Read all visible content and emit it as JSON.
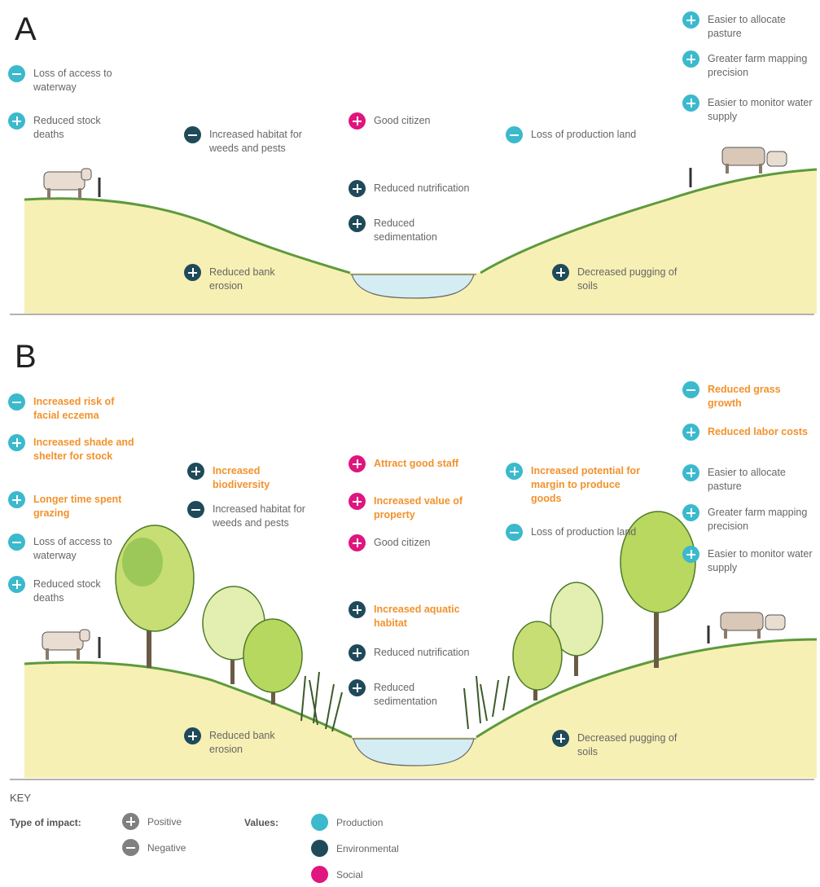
{
  "panels": {
    "a": {
      "letter": "A",
      "items": [
        {
          "text": "Loss of access to waterway",
          "sign": "neg",
          "value": "prod",
          "hi": false
        },
        {
          "text": "Reduced stock deaths",
          "sign": "pos",
          "value": "prod",
          "hi": false
        },
        {
          "text": "Increased habitat for weeds and pests",
          "sign": "neg",
          "value": "env",
          "hi": false
        },
        {
          "text": "Good citizen",
          "sign": "pos",
          "value": "soc",
          "hi": false
        },
        {
          "text": "Reduced nutrification",
          "sign": "pos",
          "value": "env",
          "hi": false
        },
        {
          "text": "Reduced sedimentation",
          "sign": "pos",
          "value": "env",
          "hi": false
        },
        {
          "text": "Loss of production land",
          "sign": "neg",
          "value": "prod",
          "hi": false
        },
        {
          "text": "Easier to allocate pasture",
          "sign": "pos",
          "value": "prod",
          "hi": false
        },
        {
          "text": "Greater farm mapping precision",
          "sign": "pos",
          "value": "prod",
          "hi": false
        },
        {
          "text": "Easier to monitor water supply",
          "sign": "pos",
          "value": "prod",
          "hi": false
        },
        {
          "text": "Reduced bank erosion",
          "sign": "pos",
          "value": "env",
          "hi": false
        },
        {
          "text": "Decreased pugging of soils",
          "sign": "pos",
          "value": "env",
          "hi": false
        }
      ]
    },
    "b": {
      "letter": "B",
      "items": [
        {
          "text": "Increased risk of facial eczema",
          "sign": "neg",
          "value": "prod",
          "hi": true
        },
        {
          "text": "Increased shade and shelter for stock",
          "sign": "pos",
          "value": "prod",
          "hi": true
        },
        {
          "text": "Longer time spent grazing",
          "sign": "pos",
          "value": "prod",
          "hi": true
        },
        {
          "text": "Loss of access to waterway",
          "sign": "neg",
          "value": "prod",
          "hi": false
        },
        {
          "text": "Reduced stock deaths",
          "sign": "pos",
          "value": "prod",
          "hi": false
        },
        {
          "text": "Increased biodiversity",
          "sign": "pos",
          "value": "env",
          "hi": true
        },
        {
          "text": "Increased habitat for weeds and pests",
          "sign": "neg",
          "value": "env",
          "hi": false
        },
        {
          "text": "Attract good staff",
          "sign": "pos",
          "value": "soc",
          "hi": true
        },
        {
          "text": "Increased value of property",
          "sign": "pos",
          "value": "soc",
          "hi": true
        },
        {
          "text": "Good citizen",
          "sign": "pos",
          "value": "soc",
          "hi": false
        },
        {
          "text": "Increased aquatic habitat",
          "sign": "pos",
          "value": "env",
          "hi": true
        },
        {
          "text": "Reduced nutrification",
          "sign": "pos",
          "value": "env",
          "hi": false
        },
        {
          "text": "Reduced sedimentation",
          "sign": "pos",
          "value": "env",
          "hi": false
        },
        {
          "text": "Increased potential for margin to produce goods",
          "sign": "pos",
          "value": "prod",
          "hi": true
        },
        {
          "text": "Loss of production land",
          "sign": "neg",
          "value": "prod",
          "hi": false
        },
        {
          "text": "Reduced grass growth",
          "sign": "neg",
          "value": "prod",
          "hi": true
        },
        {
          "text": "Reduced labor costs",
          "sign": "pos",
          "value": "prod",
          "hi": true
        },
        {
          "text": "Easier to allocate pasture",
          "sign": "pos",
          "value": "prod",
          "hi": false
        },
        {
          "text": "Greater farm mapping precision",
          "sign": "pos",
          "value": "prod",
          "hi": false
        },
        {
          "text": "Easier to monitor water supply",
          "sign": "pos",
          "value": "prod",
          "hi": false
        },
        {
          "text": "Reduced bank erosion",
          "sign": "pos",
          "value": "env",
          "hi": false
        },
        {
          "text": "Decreased pugging of soils",
          "sign": "pos",
          "value": "env",
          "hi": false
        }
      ]
    }
  },
  "key": {
    "title": "KEY",
    "impact_label": "Type of impact:",
    "positive": "Positive",
    "negative": "Negative",
    "values_label": "Values:",
    "production": "Production",
    "environmental": "Environmental",
    "social": "Social"
  },
  "colors": {
    "production": "#3bb9cd",
    "environmental": "#1f4a5a",
    "social": "#e0157f",
    "highlight_text": "#f2922c",
    "ground": "#f7f0b4",
    "water": "#d4edf3"
  }
}
